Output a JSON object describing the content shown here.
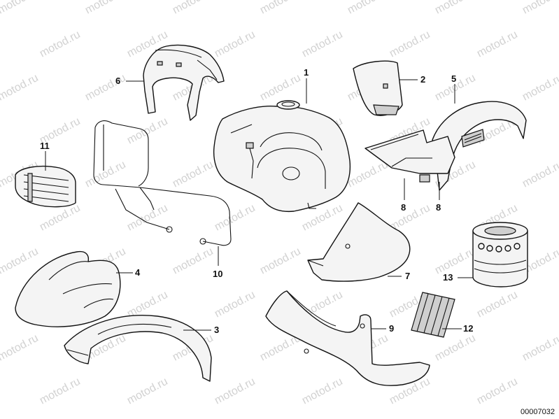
{
  "watermark": {
    "text": "motod.ru"
  },
  "diagram_code": "00007032",
  "callouts": {
    "c1": "1",
    "c2": "2",
    "c3": "3",
    "c4": "4",
    "c5": "5",
    "c6": "6",
    "c7": "7",
    "c8a": "8",
    "c8b": "8",
    "c9": "9",
    "c10": "10",
    "c11": "11",
    "c12": "12",
    "c13": "13"
  }
}
